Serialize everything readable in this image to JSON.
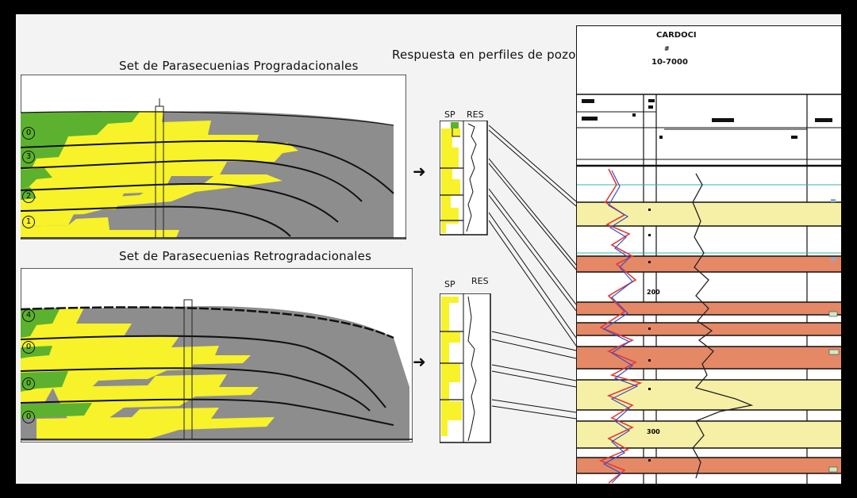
{
  "titles": {
    "progradational": "Set de Parasecuenias Progradacionales",
    "retrogradational": "Set de Parasecuenias Retrogradacionales",
    "well_response": "Respuesta en perfiles de pozos"
  },
  "log_columns": {
    "sp": "SP",
    "res": "RES"
  },
  "prograd_markers": [
    "0",
    "3",
    "2",
    "1"
  ],
  "retrograd_markers": [
    "4",
    "0",
    "0",
    "0"
  ],
  "well_log_header": {
    "well_name": "CARDOCI",
    "marker": "#",
    "well_id": "10-7000",
    "depth_200": "200",
    "depth_300": "300"
  },
  "colors": {
    "green": "#5cb22e",
    "yellow": "#f7f22a",
    "gray": "#8d8d8d",
    "sand_band": "#f6f0a6",
    "red_band": "#e58866"
  }
}
